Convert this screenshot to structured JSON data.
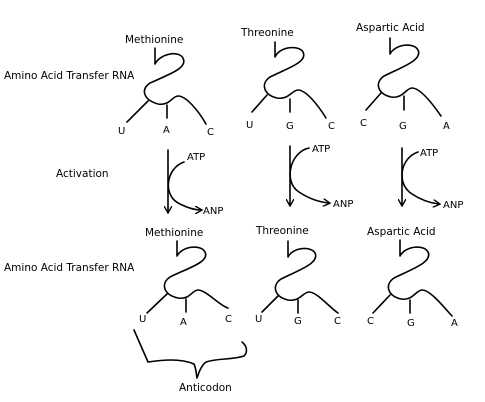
{
  "labels": {
    "row_label_top": "Amino Acid Transfer RNA",
    "row_label_bottom": "Amino Acid Transfer RNA",
    "activation": "Activation",
    "anticodon": "Anticodon"
  },
  "top_row": [
    {
      "amino_acid": "Methionine",
      "bases": [
        "U",
        "A",
        "C"
      ]
    },
    {
      "amino_acid": "Threonine",
      "bases": [
        "U",
        "G",
        "C"
      ]
    },
    {
      "amino_acid": "Aspartic Acid",
      "bases": [
        "C",
        "G",
        "A"
      ]
    }
  ],
  "activation_steps": [
    {
      "input": "ATP",
      "output": "ANP"
    },
    {
      "input": "ATP",
      "output": "ANP"
    },
    {
      "input": "ATP",
      "output": "ANP"
    }
  ],
  "bottom_row": [
    {
      "amino_acid": "Methionine",
      "bases": [
        "U",
        "A",
        "C"
      ]
    },
    {
      "amino_acid": "Threonine",
      "bases": [
        "U",
        "G",
        "C"
      ]
    },
    {
      "amino_acid": "Aspartic Acid",
      "bases": [
        "C",
        "G",
        "A"
      ]
    }
  ]
}
